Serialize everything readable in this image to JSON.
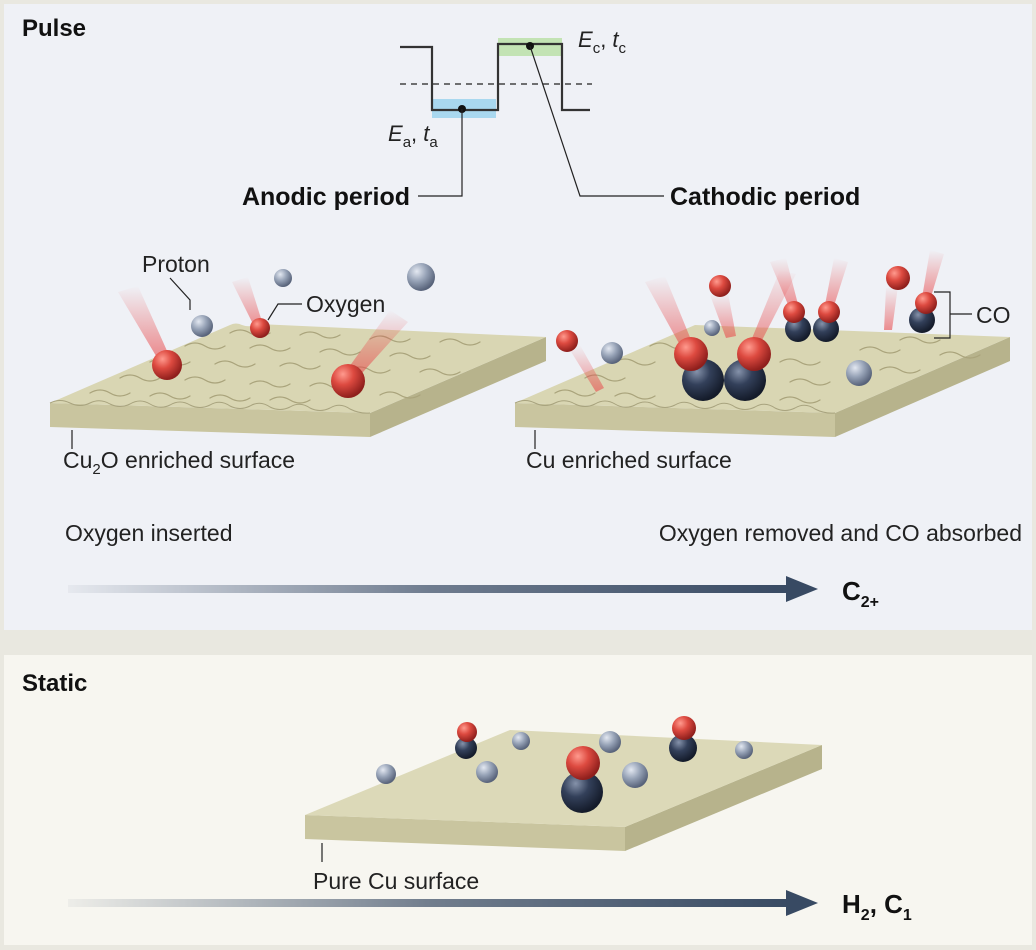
{
  "pulse": {
    "title": "Pulse",
    "waveform": {
      "cathodic_E": "E",
      "cathodic_E_sub": "c",
      "cathodic_t": "t",
      "cathodic_t_sub": "c",
      "anodic_E": "E",
      "anodic_E_sub": "a",
      "anodic_t": "t",
      "anodic_t_sub": "a"
    },
    "anodic_label": "Anodic period",
    "cathodic_label": "Cathodic period",
    "labels": {
      "proton": "Proton",
      "oxygen": "Oxygen",
      "co": "CO"
    },
    "left_surface": {
      "prefix": "Cu",
      "sub": "2",
      "suffix": "O enriched surface"
    },
    "right_surface": "Cu enriched surface",
    "left_caption": "Oxygen inserted",
    "right_caption": "Oxygen removed and CO absorbed",
    "product": {
      "main": "C",
      "sub": "2+"
    }
  },
  "static": {
    "title": "Static",
    "surface": "Pure Cu surface",
    "product": {
      "p1": "H",
      "p1_sub": "2",
      "sep": ", ",
      "p2": "C",
      "p2_sub": "1"
    }
  },
  "colors": {
    "slab_top": "#d9d6b3",
    "slab_front": "#c9c59f",
    "slab_side": "#b7b38c",
    "oxygen": "#d9403a",
    "carbon": "#2e3a52",
    "proton": "#8e9aae",
    "anodic_band": "#a9d8ef",
    "cathodic_band": "#c3e3b4",
    "arrow": "#384a63"
  },
  "icons": [
    "oxygen-atom-icon",
    "proton-icon",
    "co-molecule-icon",
    "arrow-icon"
  ]
}
